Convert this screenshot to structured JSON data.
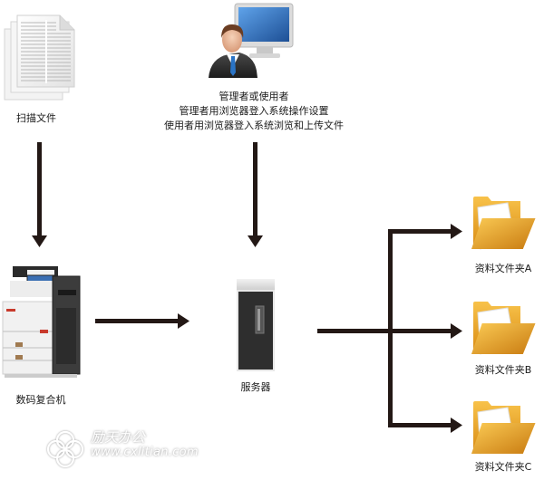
{
  "diagram": {
    "nodes": {
      "scan_file": {
        "label": "扫描文件",
        "icon": "document-stack-icon"
      },
      "user": {
        "label_lines": [
          "管理者或使用者",
          "管理者用浏览器登入系统操作设置",
          "使用者用浏览器登入系统浏览和上传文件"
        ],
        "icon": "user-computer-icon"
      },
      "mfp": {
        "label": "数码复合机",
        "icon": "multifunction-printer-icon"
      },
      "server": {
        "label": "服务器",
        "icon": "server-icon"
      },
      "folders": [
        {
          "label": "资料文件夹A",
          "icon": "folder-icon"
        },
        {
          "label": "资料文件夹B",
          "icon": "folder-icon"
        },
        {
          "label": "资料文件夹C",
          "icon": "folder-icon"
        }
      ]
    },
    "edges": [
      {
        "from": "scan_file",
        "to": "mfp"
      },
      {
        "from": "user",
        "to": "server"
      },
      {
        "from": "mfp",
        "to": "server"
      },
      {
        "from": "server",
        "to": "folder_a"
      },
      {
        "from": "server",
        "to": "folder_b"
      },
      {
        "from": "server",
        "to": "folder_c"
      }
    ],
    "colors": {
      "arrow": "#231815",
      "folder": "#f0a820",
      "screen": "#2f6fc0"
    }
  },
  "watermark": {
    "brand": "励天办公",
    "url": "www.cxlitian.com"
  }
}
